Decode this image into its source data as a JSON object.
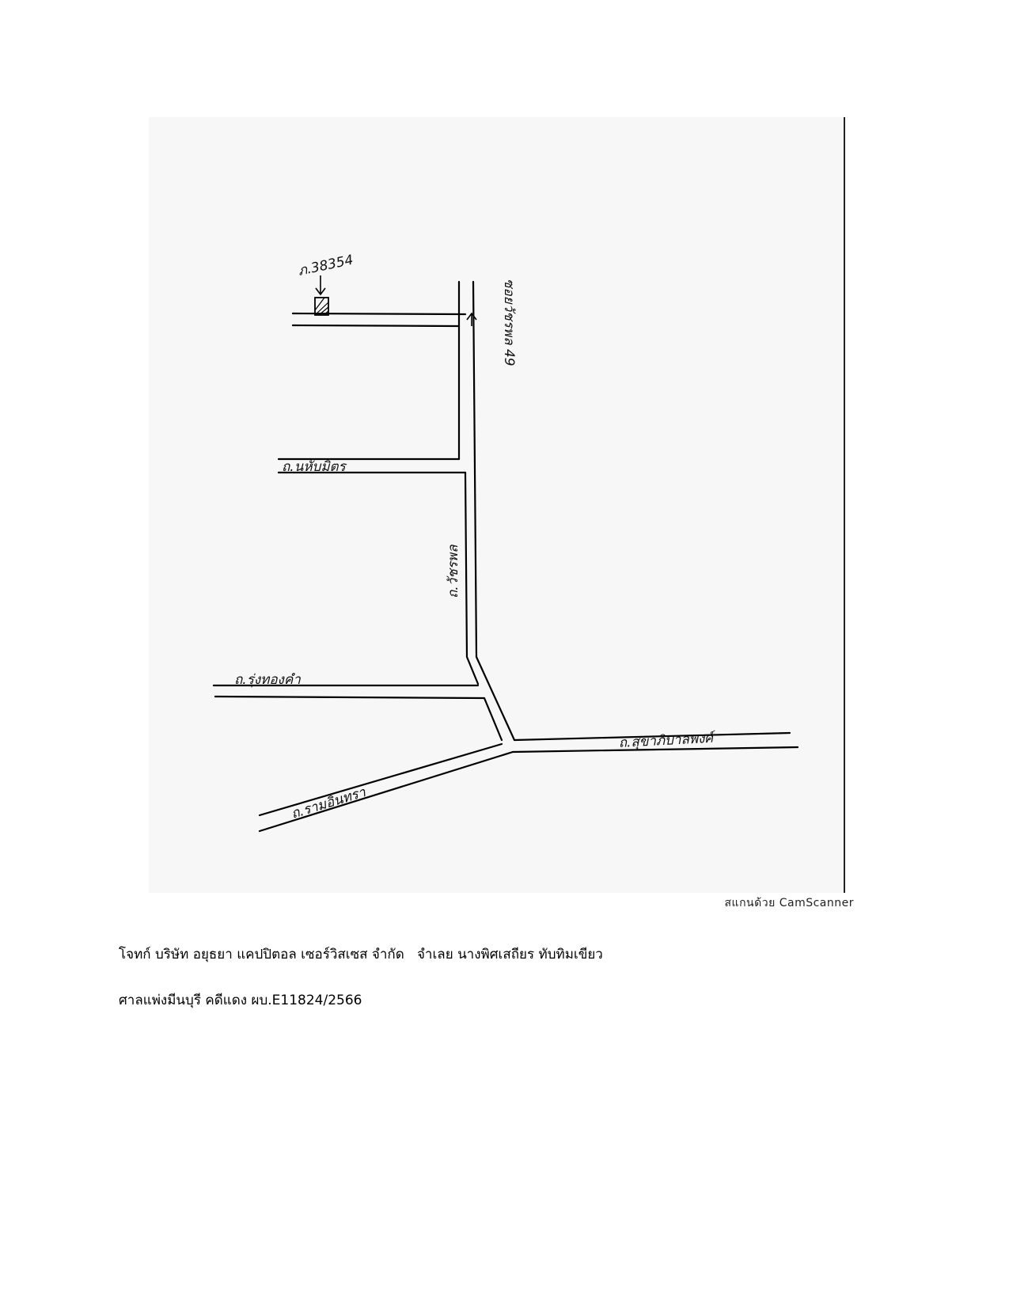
{
  "map": {
    "plot_label": "ภ.38354",
    "soi_label": "ซอยวัชรพล 49",
    "road_labels": {
      "top_left_road": "ถ.นหับมิตร",
      "vertical_road": "ถ.วัชรพล",
      "middle_left_road": "ถ.รุ่งทองคำ",
      "right_road": "ถ.สุขาภิบาลพงศ์",
      "bottom_left_road": "ถ.รามอินทรา"
    }
  },
  "watermark": "สแกนด้วย CamScanner",
  "document": {
    "line1": "โจทก์ บริษัท อยุธยา แคปปิตอล เซอร์วิสเซส จำกัด   จำเลย นางพิศเสถียร ทับทิมเขียว",
    "line2": "ศาลแพ่งมีนบุรี คดีแดง ผบ.E11824/2566"
  },
  "colors": {
    "ink": "#000000",
    "scan_background": "#f7f7f7"
  }
}
